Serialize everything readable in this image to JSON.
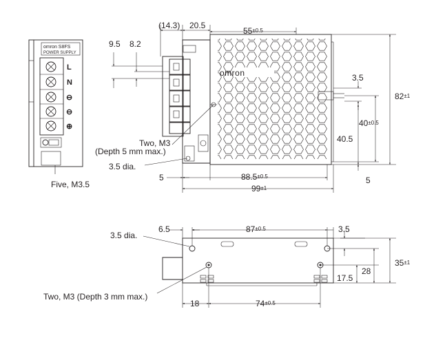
{
  "front": {
    "brand": "omron S8FS",
    "sub": "POWER SUPPLY",
    "terminals": [
      "L",
      "N",
      "⊖",
      "⊖",
      "⊕"
    ],
    "note": "Five, M3.5"
  },
  "side": {
    "dims": {
      "d14_3": "(14.3)",
      "d20_5": "20.5",
      "d55": "55",
      "d55_tol": "±0.5",
      "d9_5": "9.5",
      "d8_2": "8.2",
      "d3_5a": "3.5",
      "d82": "82",
      "d82_tol": "±1",
      "d40": "40",
      "d40_tol": "±0.5",
      "d40_5": "40.5",
      "d5a": "5",
      "d88_5": "88.5",
      "d88_5_tol": "±0.5",
      "d5b": "5",
      "d99": "99",
      "d99_tol": "±1"
    },
    "note_m3_line1": "Two, M3",
    "note_m3_line2": "(Depth 5 mm max.)",
    "note_hole": "3.5 dia.",
    "logo": "omron"
  },
  "bottom": {
    "dims": {
      "d6_5": "6.5",
      "d87": "87",
      "d87_tol": "±0.5",
      "d3_5": "3.5",
      "d35": "35",
      "d35_tol": "±1",
      "d28": "28",
      "d17_5": "17.5",
      "d18": "18",
      "d74": "74",
      "d74_tol": "±0.5"
    },
    "note_hole": "3.5 dia.",
    "note_m3": "Two, M3 (Depth 3 mm max.)"
  }
}
